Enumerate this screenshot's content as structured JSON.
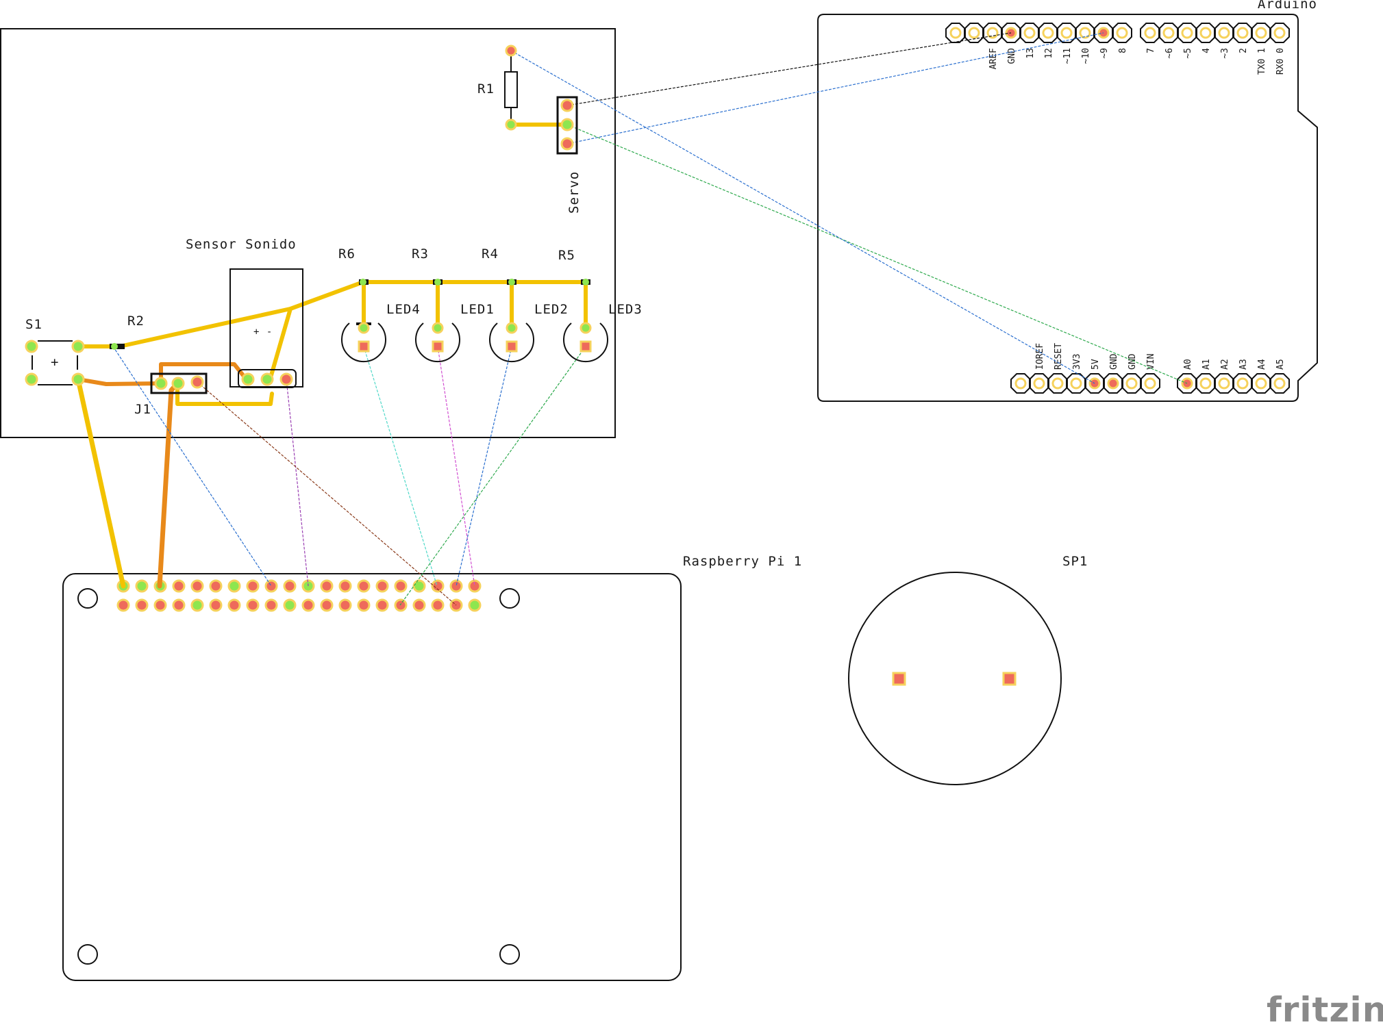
{
  "labels": {
    "arduino": "Arduino",
    "raspberry": "Raspberry Pi 1",
    "sp1": "SP1",
    "r1": "R1",
    "servo": "Servo",
    "sensor": "Sensor Sonido",
    "r6": "R6",
    "r3": "R3",
    "r4": "R4",
    "r5": "R5",
    "led4": "LED4",
    "led1": "LED1",
    "led2": "LED2",
    "led3": "LED3",
    "s1": "S1",
    "r2": "R2",
    "j1": "J1",
    "s1_plus": "+",
    "sensor_mark": "+ -"
  },
  "arduino_top_pins": [
    "AREF",
    "GND",
    "13",
    "12",
    "~11",
    "~10",
    "~9",
    "8",
    "7",
    "~6",
    "~5",
    "4",
    "~3",
    "2",
    "TX0 1",
    "RX0 0"
  ],
  "arduino_bottom_pins": [
    "IOREF",
    "RESET",
    "3V3",
    "5V",
    "GND",
    "GND",
    "VIN",
    "A0",
    "A1",
    "A2",
    "A3",
    "A4",
    "A5"
  ],
  "colors": {
    "trace_yellow": "#f2c200",
    "trace_orange": "#e8891a",
    "pad_green": "#8ee64f",
    "pad_red": "#ee6a5b",
    "pad_ring": "#f6d25c",
    "ratsnest_blue": "#2a6fcf",
    "ratsnest_black": "#111111",
    "ratsnest_green": "#2aa84a",
    "ratsnest_cyan": "#4fd8c8",
    "ratsnest_magenta": "#d14fd1",
    "ratsnest_purple": "#9a3fb3",
    "ratsnest_brown": "#8a3a1a"
  },
  "footer": {
    "brand": "fritzing"
  }
}
